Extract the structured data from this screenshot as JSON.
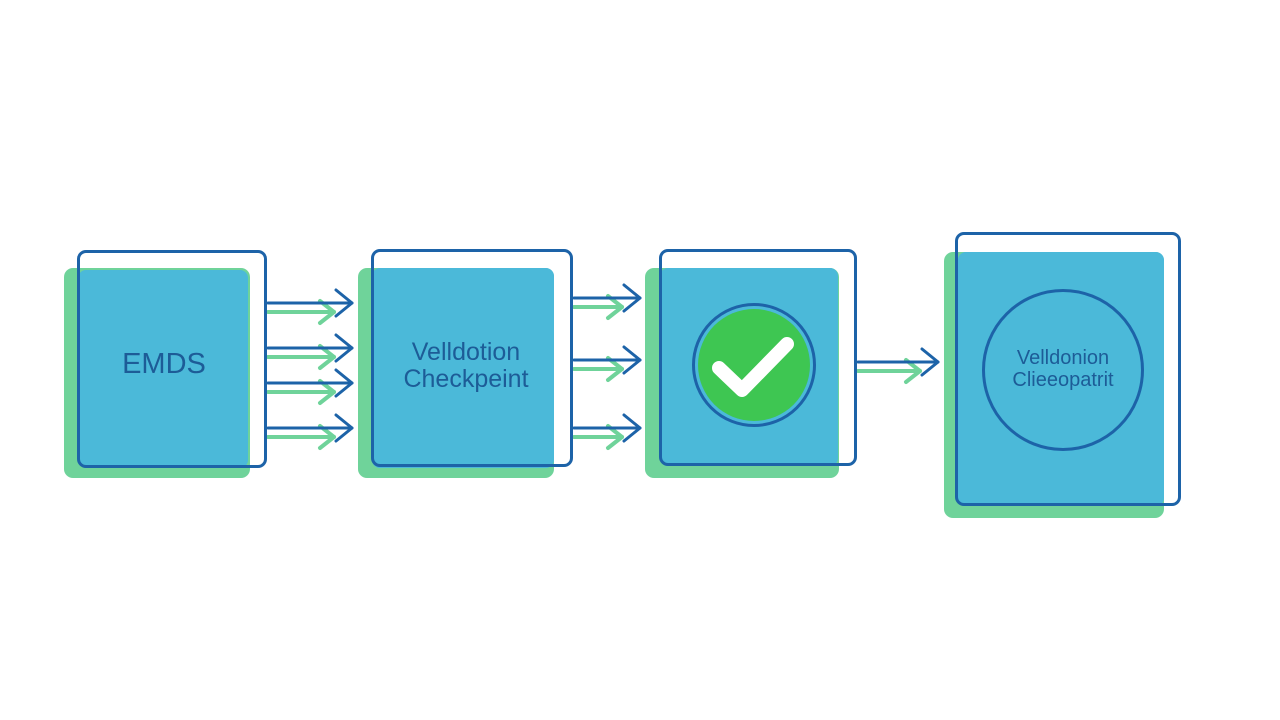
{
  "colors": {
    "fill": "#4bb9d9",
    "shadow": "#6fd39a",
    "frame": "#1d63a8",
    "text": "#1d5c97",
    "check_badge": "#3ec652",
    "check_mark": "#ffffff",
    "arrow_blue": "#1d63a8",
    "arrow_green": "#6fd39a"
  },
  "nodes": [
    {
      "id": "emds",
      "lines": [
        "EMDS"
      ]
    },
    {
      "id": "validation-checkpoint",
      "lines": [
        "Velldotion",
        "Checkpeint"
      ]
    },
    {
      "id": "check",
      "icon": "checkmark-icon"
    },
    {
      "id": "validation-checkpoint-circle",
      "lines": [
        "Velldonion",
        "Clieeopatrit"
      ]
    }
  ],
  "connectors": [
    {
      "from": "emds",
      "to": "validation-checkpoint",
      "arrow_count": 4
    },
    {
      "from": "validation-checkpoint",
      "to": "check",
      "arrow_count": 3
    },
    {
      "from": "check",
      "to": "validation-checkpoint-circle",
      "arrow_count": 1
    }
  ]
}
